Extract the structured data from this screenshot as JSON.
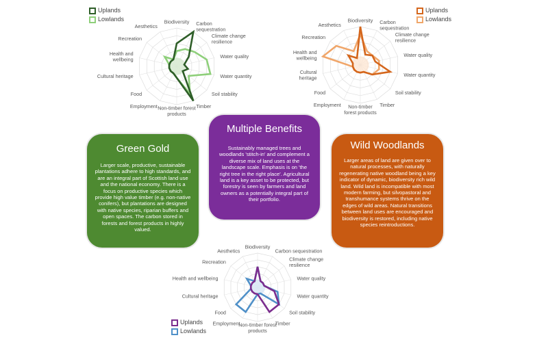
{
  "chart_data": [
    {
      "type": "radar",
      "axes": [
        "Biodiversity",
        "Carbon sequestration",
        "Climate change resilience",
        "Water quality",
        "Water quantity",
        "Soil stability",
        "Timber",
        "Non-timber forest products",
        "Employment",
        "Food",
        "Cultural heritage",
        "Health and wellbeing",
        "Recreation",
        "Aesthetics"
      ],
      "rmax": 5,
      "series": [
        {
          "name": "Uplands",
          "color": "#2e5e28",
          "values": [
            3,
            5,
            2,
            1,
            1.5,
            1,
            5,
            1.5,
            1,
            1,
            1,
            1,
            1,
            1
          ]
        },
        {
          "name": "Lowlands",
          "color": "#8ecf7a",
          "values": [
            2,
            2.5,
            3,
            4,
            4.5,
            2,
            4,
            1.5,
            1,
            1,
            1,
            1,
            2,
            1
          ]
        }
      ]
    },
    {
      "type": "radar",
      "axes": [
        "Biodiversity",
        "Carbon sequestration",
        "Climate change resilience",
        "Water quality",
        "Water quantity",
        "Soil stability",
        "Timber",
        "Non-timber forest products",
        "Employment",
        "Food",
        "Cultural heritage",
        "Health and wellbeing",
        "Recreation",
        "Aesthetics"
      ],
      "rmax": 5,
      "series": [
        {
          "name": "Uplands",
          "color": "#d4661c",
          "values": [
            5,
            1.5,
            2,
            2,
            4,
            2,
            1,
            1,
            1,
            1,
            1,
            1,
            2,
            1
          ]
        },
        {
          "name": "Lowlands",
          "color": "#f0a66a",
          "values": [
            4,
            2,
            2,
            2.5,
            2.5,
            2,
            1,
            1,
            1,
            1,
            1,
            5,
            4,
            2
          ]
        }
      ]
    },
    {
      "type": "radar",
      "axes": [
        "Biodiversity",
        "Carbon sequestration",
        "Climate change resilience",
        "Water quality",
        "Water quantity",
        "Soil stability",
        "Timber",
        "Non-timber forest products",
        "Employment",
        "Food",
        "Cultural heritage",
        "Health and wellbeing",
        "Recreation",
        "Aesthetics"
      ],
      "rmax": 5,
      "series": [
        {
          "name": "Uplands",
          "color": "#7b2d8e",
          "values": [
            3,
            1,
            1,
            1,
            2.5,
            4,
            4,
            1,
            1,
            1,
            1,
            1,
            1,
            1
          ]
        },
        {
          "name": "Lowlands",
          "color": "#4f90c8",
          "values": [
            3,
            1,
            1,
            1,
            3,
            4,
            1,
            1,
            4,
            4,
            1,
            1,
            2,
            1
          ]
        }
      ]
    }
  ],
  "radar_labels": [
    [
      "Biodiversity",
      "Carbon sequestration",
      "Climate change resilience",
      "Water quality",
      "Water quantity",
      "Soil stability",
      "Timber",
      "Non-timber forest products",
      "Employment",
      "Food",
      "Cultural heritage",
      "Health and wellbeing",
      "Recreation",
      "Aesthetics"
    ],
    [
      "Biodiversity",
      "Carbon sequestration",
      "Climate change resilience",
      "Water quality",
      "Water quantity",
      "Soil stability",
      "Timber",
      "Non-timber forest products",
      "Employment",
      "Food",
      "Cultural heritage",
      "Health and wellbeing",
      "Recreation",
      "Aesthetics"
    ],
    [
      "Biodiversity",
      "Carbon sequestration",
      "Climate change resilience",
      "Water quality",
      "Water quantity",
      "Soil stability",
      "Timber",
      "Non-timber forest products",
      "Employment",
      "Food",
      "Cultural heritage",
      "Health and wellbeing",
      "Recreation",
      "Aesthetics"
    ]
  ],
  "legends": {
    "green": [
      {
        "label": "Uplands",
        "color": "#2e5e28"
      },
      {
        "label": "Lowlands",
        "color": "#8ecf7a"
      }
    ],
    "orange": [
      {
        "label": "Uplands",
        "color": "#d4661c"
      },
      {
        "label": "Lowlands",
        "color": "#f0a66a"
      }
    ],
    "purple": [
      {
        "label": "Uplands",
        "color": "#7b2d8e"
      },
      {
        "label": "Lowlands",
        "color": "#4f90c8"
      }
    ]
  },
  "boxes": {
    "green_gold": {
      "title": "Green Gold",
      "color": "#4e8a31",
      "text": "Larger scale, productive, sustainable plantations adhere to high standards, and are an integral part of Scottish land use and the national economy. There is a focus on productive species which provide high value timber (e.g. non-native conifers), but plantations are designed with native species, riparian buffers and open spaces. The carbon stored in forests and forest products in highly valued."
    },
    "multiple_benefits": {
      "title": "Multiple Benefits",
      "color": "#7b2d9a",
      "text": "Sustainably managed trees and woodlands 'stitch-in' and complement a diverse mix of land uses at the landscape scale. Emphasis is on 'the right tree in the right place'. Agricultural land is a key asset to be protected, but forestry is seen by farmers and land owners as a potentially integral part of their portfolio."
    },
    "wild_woodlands": {
      "title": "Wild Woodlands",
      "color": "#c85a12",
      "text": "Larger areas of land are given over to natural processes, with naturally regenerating native woodland being a key indicator of dynamic, biodiversity rich wild land. Wild land is incompatible with most modern farming, but silvopastoral and transhumance systems thrive on the edges of wild areas. Natural transitions between land uses are encouraged and biodiversity is restored, including native species reintroductions."
    }
  }
}
